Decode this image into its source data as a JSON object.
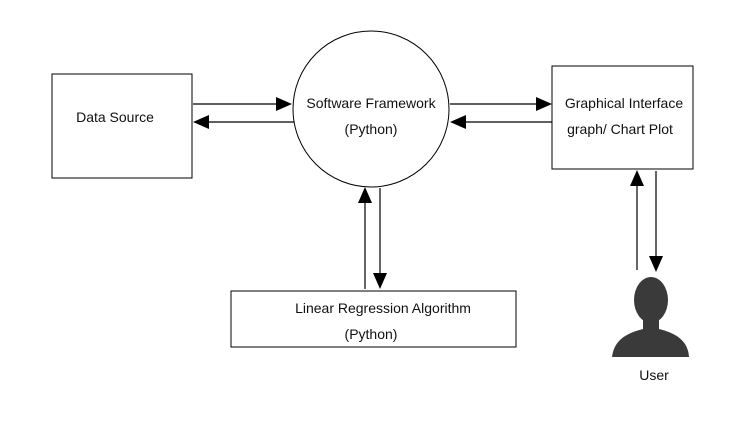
{
  "nodes": {
    "data_source": {
      "label": "Data Source"
    },
    "software_framework": {
      "title": "Software Framework",
      "subtitle": "(Python)"
    },
    "graphical_interface": {
      "title": "Graphical Interface",
      "subtitle": "graph/ Chart Plot"
    },
    "linear_regression": {
      "title": "Linear Regression Algorithm",
      "subtitle": "(Python)"
    },
    "user": {
      "label": "User",
      "icon": "user-silhouette-icon",
      "color": "#3a3a3a"
    }
  },
  "edges": [
    {
      "from": "data_source",
      "to": "software_framework"
    },
    {
      "from": "software_framework",
      "to": "data_source"
    },
    {
      "from": "software_framework",
      "to": "graphical_interface"
    },
    {
      "from": "graphical_interface",
      "to": "software_framework"
    },
    {
      "from": "software_framework",
      "to": "linear_regression"
    },
    {
      "from": "linear_regression",
      "to": "software_framework"
    },
    {
      "from": "graphical_interface",
      "to": "user"
    },
    {
      "from": "user",
      "to": "graphical_interface"
    }
  ]
}
